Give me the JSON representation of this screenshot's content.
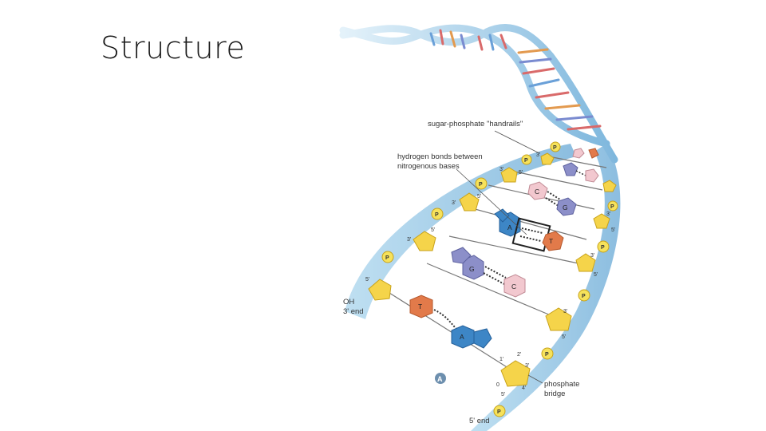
{
  "slide": {
    "title": "Structure"
  },
  "diagram": {
    "labels": {
      "handrails": "sugar-phosphate \"handrails\"",
      "hbonds_line1": "hydrogen bonds between",
      "hbonds_line2": "nitrogenous bases",
      "oh": "OH",
      "end3": "3' end",
      "end5": "5' end",
      "bridge_line1": "phosphate",
      "bridge_line2": "bridge",
      "panel": "A"
    },
    "phosphate_letter": "P",
    "carbon_labels": [
      "1'",
      "2'",
      "3'",
      "4'",
      "5'",
      "0"
    ],
    "prime_labels": {
      "three": "3'",
      "five": "5'"
    },
    "base_pairs": [
      {
        "left": "T",
        "right": "A"
      },
      {
        "left": "G",
        "right": "C"
      },
      {
        "left": "A",
        "right": "T"
      },
      {
        "left": "C",
        "right": "G"
      }
    ],
    "colors": {
      "backbone": "#8fc3e3",
      "sugar": "#f5d44a",
      "phosphate": "#f6e25b",
      "adenine": "#3d86c6",
      "thymine": "#e27a4a",
      "guanine": "#8c8fc9",
      "cytosine": "#f2c8cf"
    }
  }
}
